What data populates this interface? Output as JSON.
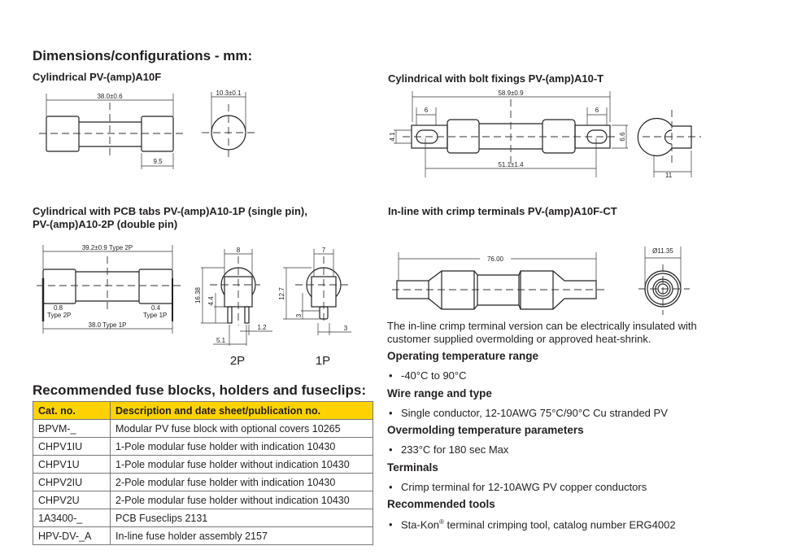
{
  "title": "Dimensions/configurations - mm:",
  "fig1": {
    "caption": "Cylindrical PV-(amp)A10F",
    "length": "38.0±0.6",
    "diameter": "10.3±0.1",
    "cap": "9.5"
  },
  "fig2": {
    "caption": "Cylindrical with bolt fixings PV-(amp)A10-T",
    "overall": "58.9±0.9",
    "tab_left": "6",
    "tab_right": "6",
    "hole": "4.1",
    "tab_height": "6.6",
    "hole_span": "51.1±1.4",
    "end_width": "11"
  },
  "fig3": {
    "caption_line1": "Cylindrical with PCB tabs PV-(amp)A10-1P (single pin),",
    "caption_line2": "PV-(amp)A10-2P (double pin)",
    "overall": "39.2±0.9 Type 2P",
    "left_val": "0.8",
    "left_type": "Type 2P",
    "right_val": "0.4",
    "right_type": "Type 1P",
    "bottom": "38.0 Type 1P",
    "w2p": "8",
    "h2p": "16.38",
    "pin2p": "4.4",
    "pitch": "5.1",
    "pinw": "1.2",
    "label2p": "2P",
    "w1p": "7",
    "h1p": "12.7",
    "pin1p": "3",
    "pinw1p": "3",
    "label1p": "1P"
  },
  "fig4": {
    "caption": "In-line with crimp terminals PV-(amp)A10F-CT",
    "length": "76.00",
    "diameter": "Ø11.35"
  },
  "inline_note": "The in-line crimp terminal version can be electrically insulated with customer supplied overmolding or approved heat-shrink.",
  "specs": [
    {
      "heading": "Operating temperature range",
      "bullet": "-40°C to 90°C"
    },
    {
      "heading": "Wire range and type",
      "bullet": "Single conductor, 12-10AWG 75°C/90°C Cu stranded PV"
    },
    {
      "heading": "Overmolding temperature parameters",
      "bullet": "233°C for 180 sec Max"
    },
    {
      "heading": "Terminals",
      "bullet": "Crimp terminal for 12-10AWG PV copper conductors"
    },
    {
      "heading": "Recommended tools",
      "bullet_pre": "Sta-Kon",
      "bullet_sup": "®",
      "bullet": " terminal crimping tool, catalog number ERG4002"
    }
  ],
  "table": {
    "title": "Recommended fuse blocks, holders and fuseclips:",
    "headers": [
      "Cat. no.",
      "Description and date sheet/publication no."
    ],
    "rows": [
      [
        "BPVM-_",
        "Modular PV fuse block with optional covers 10265"
      ],
      [
        "CHPV1IU",
        "1-Pole modular fuse holder with indication 10430"
      ],
      [
        "CHPV1U",
        "1-Pole modular fuse holder without indication 10430"
      ],
      [
        "CHPV2IU",
        "2-Pole modular fuse holder with indication 10430"
      ],
      [
        "CHPV2U",
        "2-Pole modular fuse holder without indication 10430"
      ],
      [
        "1A3400-_",
        "PCB Fuseclips 2131"
      ],
      [
        "HPV-DV-_A",
        "In-line fuse holder assembly 2157"
      ]
    ],
    "header_color": "#ffd200"
  }
}
